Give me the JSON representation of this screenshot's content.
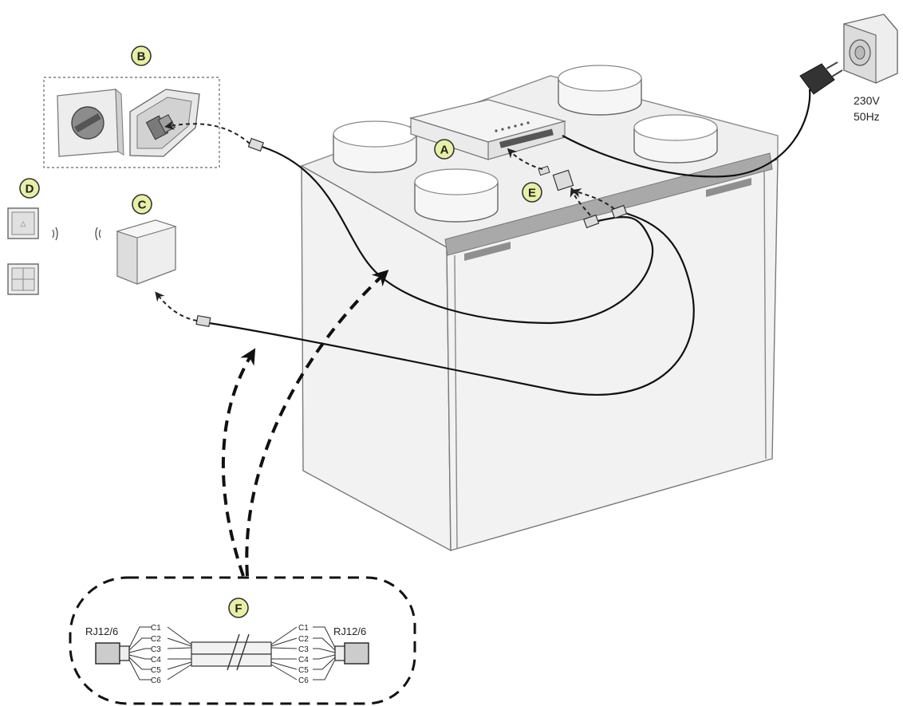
{
  "labels": {
    "a": "A",
    "b": "B",
    "c": "C",
    "d": "D",
    "e": "E",
    "f": "F"
  },
  "power": {
    "voltage": "230V",
    "frequency": "50Hz"
  },
  "cable_detail": {
    "connector_left": "RJ12/6",
    "connector_right": "RJ12/6",
    "wires_left": [
      "C1",
      "C2",
      "C3",
      "C4",
      "C5",
      "C6"
    ],
    "wires_right": [
      "C1",
      "C2",
      "C3",
      "C4",
      "C5",
      "C6"
    ]
  }
}
